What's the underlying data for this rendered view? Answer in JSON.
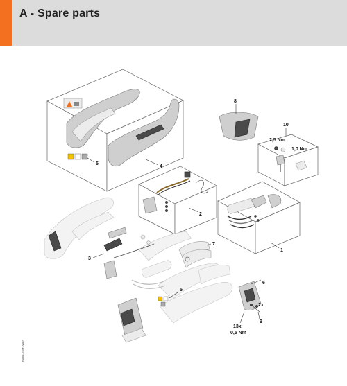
{
  "header": {
    "title": "A - Spare parts",
    "accent_color": "#f37021",
    "background_color": "#dcdcdc"
  },
  "callouts": {
    "c1": "1",
    "c2": "2",
    "c3": "3",
    "c4": "4",
    "c5a": "5",
    "c5b": "5",
    "c6": "6",
    "c7": "7",
    "c8": "8",
    "c9": "9",
    "c10": "10"
  },
  "torques": {
    "t1": "2,5 Nm",
    "t2": "1,0 Nm",
    "t3": "0,5 Nm"
  },
  "quantities": {
    "q1": "2x",
    "q2": "13x"
  },
  "doc_code": "0A88-EPT-0003"
}
